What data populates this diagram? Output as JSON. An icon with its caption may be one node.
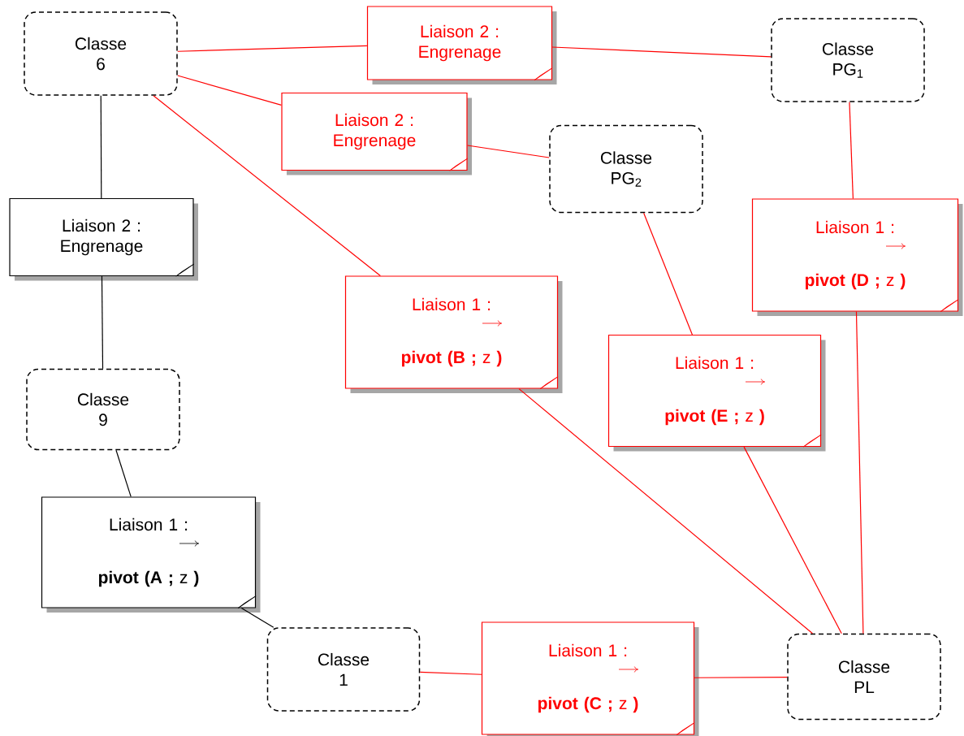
{
  "diagram": {
    "nodes": [
      {
        "text": [
          "Classe 6"
        ]
      },
      {
        "text": [
          "Liaison 2 : Engrenage"
        ]
      },
      {
        "text": [
          "Classe PG$_{1}$"
        ]
      },
      {
        "text": [
          "Liaison 2 : Engrenage"
        ]
      },
      {
        "text": [
          "Classe PG$_{2}$"
        ]
      },
      {
        "text": [
          "Liaison 2 : Engrenage"
        ]
      },
      {
        "text": [
          "Liaison 1 :",
          "**pivot (D ;** z **)**"
        ]
      },
      {
        "text": [
          "Liaison 1 :",
          "**pivot (B ;** z **)**"
        ]
      },
      {
        "text": [
          "Liaison 1 :",
          "**pivot (E ;** z **)**"
        ]
      },
      {
        "text": [
          "Classe 9"
        ]
      },
      {
        "text": [
          "Liaison 1 :",
          "**pivot (A ;** z **)**"
        ]
      },
      {
        "text": [
          "Classe 1"
        ]
      },
      {
        "text": [
          "Liaison 1 :",
          "**pivot (C ;** z **)**"
        ]
      },
      {
        "text": [
          "Classe PL"
        ]
      }
    ],
    "edges": [
      {
        "from": 0,
        "to": 1,
        "arrow": "none"
      },
      {
        "from": 1,
        "to": 2,
        "arrow": "none"
      },
      {
        "from": 0,
        "to": 3,
        "arrow": "none"
      },
      {
        "from": 3,
        "to": 4,
        "arrow": "none"
      },
      {
        "from": 0,
        "to": 5,
        "arrow": "none",
        "color": "#000000"
      },
      {
        "from": 5,
        "to": 9,
        "arrow": "none",
        "color": "#000000"
      },
      {
        "from": 2,
        "to": 6,
        "arrow": "none"
      },
      {
        "from": 6,
        "to": 13,
        "arrow": "none"
      },
      {
        "from": 0,
        "to": 7,
        "arrow": "none"
      },
      {
        "from": 7,
        "to": 13,
        "arrow": "none"
      },
      {
        "from": 4,
        "to": 8,
        "arrow": "none"
      },
      {
        "from": 8,
        "to": 13,
        "arrow": "none"
      },
      {
        "from": 9,
        "to": 10,
        "arrow": "none",
        "color": "#000000"
      },
      {
        "from": 10,
        "to": 11,
        "arrow": "none",
        "color": "#000000"
      },
      {
        "from": 11,
        "to": 12,
        "arrow": "none"
      },
      {
        "from": 12,
        "to": 13,
        "arrow": "none"
      }
    ]
  }
}
